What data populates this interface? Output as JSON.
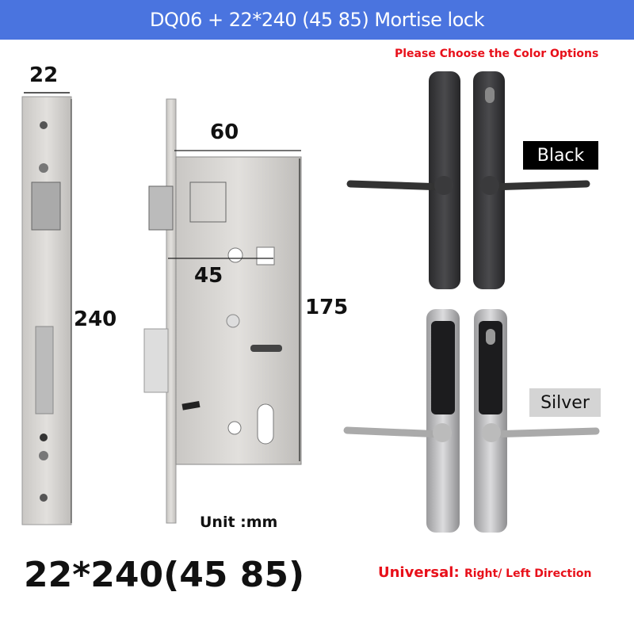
{
  "header": {
    "title": "DQ06 + 22*240 (45 85) Mortise lock"
  },
  "color_prompt": "Please Choose the Color Options",
  "dimensions": {
    "faceplate_width": "22",
    "faceplate_height": "240",
    "body_width": "60",
    "backset": "45",
    "body_height": "175",
    "unit": "Unit :mm"
  },
  "model_size": "22*240(45 85)",
  "color_options": [
    {
      "label": "Black",
      "color": "#000000"
    },
    {
      "label": "Silver",
      "color": "#d4d4d4"
    }
  ],
  "universal": {
    "label": "Universal:",
    "detail": "Right/ Left Direction"
  },
  "colors": {
    "header": "#4a74df",
    "accent_red": "#e8101a"
  }
}
